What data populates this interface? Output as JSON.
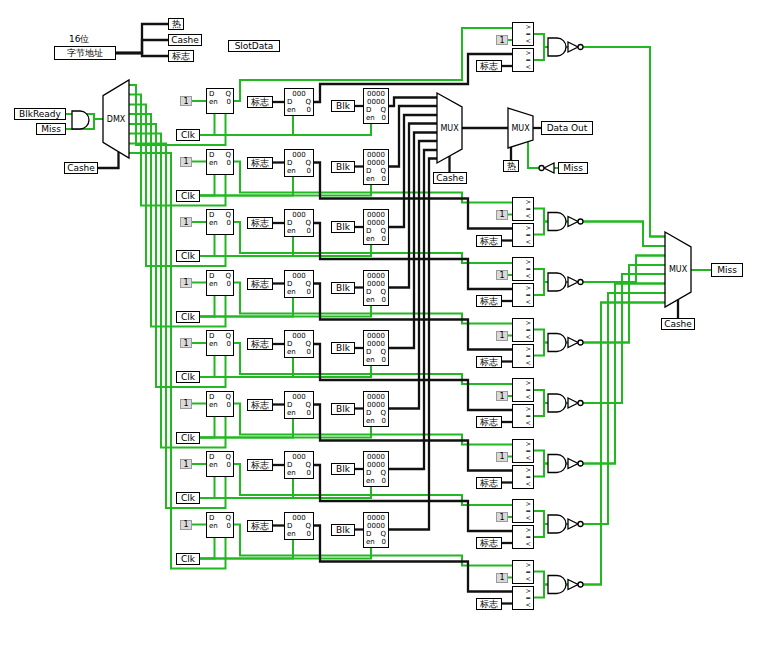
{
  "diagram": {
    "nodes": [
      {
        "text": [
          "16位",
          "字节地址"
        ]
      },
      {
        "text": [
          "热"
        ]
      },
      {
        "text": [
          "Cashe"
        ]
      },
      {
        "text": [
          "标志"
        ]
      },
      {
        "text": [
          "SlotData"
        ]
      },
      {
        "text": [
          "BlkReady"
        ]
      },
      {
        "text": [
          "Miss"
        ]
      },
      {
        "text": [
          "DMX"
        ]
      },
      {
        "text": [
          "Cashe"
        ]
      },
      {
        "text": [
          "1"
        ]
      },
      {
        "text": [
          "D",
          "Q",
          "en",
          "0"
        ]
      },
      {
        "text": [
          "Clk"
        ]
      },
      {
        "text": [
          "标志"
        ]
      },
      {
        "text": [
          "000",
          "D",
          "Q",
          "en",
          "0"
        ]
      },
      {
        "text": [
          "Blk"
        ]
      },
      {
        "text": [
          "0000",
          "0000",
          "D",
          "Q",
          "en",
          "0"
        ]
      },
      {
        "text": [
          "1"
        ]
      },
      {
        "text": [
          "D",
          "Q",
          "en",
          "0"
        ]
      },
      {
        "text": [
          "Clk"
        ]
      },
      {
        "text": [
          "标志"
        ]
      },
      {
        "text": [
          "000",
          "D",
          "Q",
          "en",
          "0"
        ]
      },
      {
        "text": [
          "Blk"
        ]
      },
      {
        "text": [
          "0000",
          "0000",
          "D",
          "Q",
          "en",
          "0"
        ]
      },
      {
        "text": [
          "1"
        ]
      },
      {
        "text": [
          "D",
          "Q",
          "en",
          "0"
        ]
      },
      {
        "text": [
          "Clk"
        ]
      },
      {
        "text": [
          "标志"
        ]
      },
      {
        "text": [
          "000",
          "D",
          "Q",
          "en",
          "0"
        ]
      },
      {
        "text": [
          "Blk"
        ]
      },
      {
        "text": [
          "0000",
          "0000",
          "D",
          "Q",
          "en",
          "0"
        ]
      },
      {
        "text": [
          "1"
        ]
      },
      {
        "text": [
          "D",
          "Q",
          "en",
          "0"
        ]
      },
      {
        "text": [
          "Clk"
        ]
      },
      {
        "text": [
          "标志"
        ]
      },
      {
        "text": [
          "000",
          "D",
          "Q",
          "en",
          "0"
        ]
      },
      {
        "text": [
          "Blk"
        ]
      },
      {
        "text": [
          "0000",
          "0000",
          "D",
          "Q",
          "en",
          "0"
        ]
      },
      {
        "text": [
          "1"
        ]
      },
      {
        "text": [
          "D",
          "Q",
          "en",
          "0"
        ]
      },
      {
        "text": [
          "Clk"
        ]
      },
      {
        "text": [
          "标志"
        ]
      },
      {
        "text": [
          "000",
          "D",
          "Q",
          "en",
          "0"
        ]
      },
      {
        "text": [
          "Blk"
        ]
      },
      {
        "text": [
          "0000",
          "0000",
          "D",
          "Q",
          "en",
          "0"
        ]
      },
      {
        "text": [
          "1"
        ]
      },
      {
        "text": [
          "D",
          "Q",
          "en",
          "0"
        ]
      },
      {
        "text": [
          "Clk"
        ]
      },
      {
        "text": [
          "标志"
        ]
      },
      {
        "text": [
          "000",
          "D",
          "Q",
          "en",
          "0"
        ]
      },
      {
        "text": [
          "Blk"
        ]
      },
      {
        "text": [
          "0000",
          "0000",
          "D",
          "Q",
          "en",
          "0"
        ]
      },
      {
        "text": [
          "1"
        ]
      },
      {
        "text": [
          "D",
          "Q",
          "en",
          "0"
        ]
      },
      {
        "text": [
          "Clk"
        ]
      },
      {
        "text": [
          "标志"
        ]
      },
      {
        "text": [
          "000",
          "D",
          "Q",
          "en",
          "0"
        ]
      },
      {
        "text": [
          "Blk"
        ]
      },
      {
        "text": [
          "0000",
          "0000",
          "D",
          "Q",
          "en",
          "0"
        ]
      },
      {
        "text": [
          "1"
        ]
      },
      {
        "text": [
          "D",
          "Q",
          "en",
          "0"
        ]
      },
      {
        "text": [
          "Clk"
        ]
      },
      {
        "text": [
          "标志"
        ]
      },
      {
        "text": [
          "000",
          "D",
          "Q",
          "en",
          "0"
        ]
      },
      {
        "text": [
          "Blk"
        ]
      },
      {
        "text": [
          "0000",
          "0000",
          "D",
          "Q",
          "en",
          "0"
        ]
      },
      {
        "text": [
          "MUX"
        ]
      },
      {
        "text": [
          "Cashe"
        ]
      },
      {
        "text": [
          "MUX"
        ]
      },
      {
        "text": [
          "Data Out"
        ]
      },
      {
        "text": [
          "热"
        ]
      },
      {
        "text": [
          "Miss"
        ]
      },
      {
        "text": [
          "1"
        ]
      },
      {
        "text": [
          "标志"
        ]
      },
      {
        "text": [
          ">",
          "=",
          "<"
        ]
      },
      {
        "text": [
          ">",
          "=",
          "<"
        ]
      },
      {
        "text": [
          "1"
        ]
      },
      {
        "text": [
          "标志"
        ]
      },
      {
        "text": [
          ">",
          "=",
          "<"
        ]
      },
      {
        "text": [
          ">",
          "=",
          "<"
        ]
      },
      {
        "text": [
          "1"
        ]
      },
      {
        "text": [
          "标志"
        ]
      },
      {
        "text": [
          ">",
          "=",
          "<"
        ]
      },
      {
        "text": [
          ">",
          "=",
          "<"
        ]
      },
      {
        "text": [
          "1"
        ]
      },
      {
        "text": [
          "标志"
        ]
      },
      {
        "text": [
          ">",
          "=",
          "<"
        ]
      },
      {
        "text": [
          ">",
          "=",
          "<"
        ]
      },
      {
        "text": [
          "1"
        ]
      },
      {
        "text": [
          "标志"
        ]
      },
      {
        "text": [
          ">",
          "=",
          "<"
        ]
      },
      {
        "text": [
          ">",
          "=",
          "<"
        ]
      },
      {
        "text": [
          "1"
        ]
      },
      {
        "text": [
          "标志"
        ]
      },
      {
        "text": [
          ">",
          "=",
          "<"
        ]
      },
      {
        "text": [
          ">",
          "=",
          "<"
        ]
      },
      {
        "text": [
          "1"
        ]
      },
      {
        "text": [
          "标志"
        ]
      },
      {
        "text": [
          ">",
          "=",
          "<"
        ]
      },
      {
        "text": [
          ">",
          "=",
          "<"
        ]
      },
      {
        "text": [
          "1"
        ]
      },
      {
        "text": [
          "标志"
        ]
      },
      {
        "text": [
          ">",
          "=",
          "<"
        ]
      },
      {
        "text": [
          ">",
          "=",
          "<"
        ]
      },
      {
        "text": [
          "MUX"
        ]
      },
      {
        "text": [
          "Miss"
        ]
      },
      {
        "text": [
          "Cashe"
        ]
      }
    ],
    "edges": [
      {
        "from": 0,
        "to": 1,
        "arrow": "none"
      },
      {
        "from": 0,
        "to": 2,
        "arrow": "none"
      },
      {
        "from": 0,
        "to": 3,
        "arrow": "none"
      },
      {
        "from": 5,
        "to": 7,
        "arrow": "none"
      },
      {
        "from": 6,
        "to": 7,
        "arrow": "none"
      },
      {
        "from": 8,
        "to": 7,
        "arrow": "none"
      },
      {
        "from": 7,
        "to": 10,
        "arrow": "none"
      },
      {
        "from": 9,
        "to": 10,
        "arrow": "none"
      },
      {
        "from": 11,
        "to": 10,
        "arrow": "none"
      },
      {
        "from": 11,
        "to": 13,
        "arrow": "none"
      },
      {
        "from": 11,
        "to": 15,
        "arrow": "none"
      },
      {
        "from": 12,
        "to": 13,
        "arrow": "none"
      },
      {
        "from": 14,
        "to": 15,
        "arrow": "none"
      },
      {
        "from": 15,
        "to": 65,
        "arrow": "none"
      },
      {
        "from": 10,
        "to": 73,
        "arrow": "none"
      },
      {
        "from": 13,
        "to": 74,
        "arrow": "none"
      },
      {
        "from": 71,
        "to": 73,
        "arrow": "none"
      },
      {
        "from": 72,
        "to": 74,
        "arrow": "none"
      },
      {
        "from": 73,
        "to": 103,
        "arrow": "none"
      },
      {
        "from": 74,
        "to": 103,
        "arrow": "none"
      },
      {
        "from": 7,
        "to": 17,
        "arrow": "none"
      },
      {
        "from": 16,
        "to": 17,
        "arrow": "none"
      },
      {
        "from": 18,
        "to": 17,
        "arrow": "none"
      },
      {
        "from": 18,
        "to": 20,
        "arrow": "none"
      },
      {
        "from": 18,
        "to": 22,
        "arrow": "none"
      },
      {
        "from": 19,
        "to": 20,
        "arrow": "none"
      },
      {
        "from": 21,
        "to": 22,
        "arrow": "none"
      },
      {
        "from": 22,
        "to": 65,
        "arrow": "none"
      },
      {
        "from": 17,
        "to": 77,
        "arrow": "none"
      },
      {
        "from": 20,
        "to": 78,
        "arrow": "none"
      },
      {
        "from": 75,
        "to": 77,
        "arrow": "none"
      },
      {
        "from": 76,
        "to": 78,
        "arrow": "none"
      },
      {
        "from": 77,
        "to": 103,
        "arrow": "none"
      },
      {
        "from": 78,
        "to": 103,
        "arrow": "none"
      },
      {
        "from": 7,
        "to": 24,
        "arrow": "none"
      },
      {
        "from": 23,
        "to": 24,
        "arrow": "none"
      },
      {
        "from": 25,
        "to": 24,
        "arrow": "none"
      },
      {
        "from": 25,
        "to": 27,
        "arrow": "none"
      },
      {
        "from": 25,
        "to": 29,
        "arrow": "none"
      },
      {
        "from": 26,
        "to": 27,
        "arrow": "none"
      },
      {
        "from": 28,
        "to": 29,
        "arrow": "none"
      },
      {
        "from": 29,
        "to": 65,
        "arrow": "none"
      },
      {
        "from": 24,
        "to": 81,
        "arrow": "none"
      },
      {
        "from": 27,
        "to": 82,
        "arrow": "none"
      },
      {
        "from": 79,
        "to": 81,
        "arrow": "none"
      },
      {
        "from": 80,
        "to": 82,
        "arrow": "none"
      },
      {
        "from": 81,
        "to": 103,
        "arrow": "none"
      },
      {
        "from": 82,
        "to": 103,
        "arrow": "none"
      },
      {
        "from": 7,
        "to": 31,
        "arrow": "none"
      },
      {
        "from": 30,
        "to": 31,
        "arrow": "none"
      },
      {
        "from": 32,
        "to": 31,
        "arrow": "none"
      },
      {
        "from": 32,
        "to": 34,
        "arrow": "none"
      },
      {
        "from": 32,
        "to": 36,
        "arrow": "none"
      },
      {
        "from": 33,
        "to": 34,
        "arrow": "none"
      },
      {
        "from": 35,
        "to": 36,
        "arrow": "none"
      },
      {
        "from": 36,
        "to": 65,
        "arrow": "none"
      },
      {
        "from": 31,
        "to": 85,
        "arrow": "none"
      },
      {
        "from": 34,
        "to": 86,
        "arrow": "none"
      },
      {
        "from": 83,
        "to": 85,
        "arrow": "none"
      },
      {
        "from": 84,
        "to": 86,
        "arrow": "none"
      },
      {
        "from": 85,
        "to": 103,
        "arrow": "none"
      },
      {
        "from": 86,
        "to": 103,
        "arrow": "none"
      },
      {
        "from": 7,
        "to": 38,
        "arrow": "none"
      },
      {
        "from": 37,
        "to": 38,
        "arrow": "none"
      },
      {
        "from": 39,
        "to": 38,
        "arrow": "none"
      },
      {
        "from": 39,
        "to": 41,
        "arrow": "none"
      },
      {
        "from": 39,
        "to": 43,
        "arrow": "none"
      },
      {
        "from": 40,
        "to": 41,
        "arrow": "none"
      },
      {
        "from": 42,
        "to": 43,
        "arrow": "none"
      },
      {
        "from": 43,
        "to": 65,
        "arrow": "none"
      },
      {
        "from": 38,
        "to": 89,
        "arrow": "none"
      },
      {
        "from": 41,
        "to": 90,
        "arrow": "none"
      },
      {
        "from": 87,
        "to": 89,
        "arrow": "none"
      },
      {
        "from": 88,
        "to": 90,
        "arrow": "none"
      },
      {
        "from": 89,
        "to": 103,
        "arrow": "none"
      },
      {
        "from": 90,
        "to": 103,
        "arrow": "none"
      },
      {
        "from": 7,
        "to": 45,
        "arrow": "none"
      },
      {
        "from": 44,
        "to": 45,
        "arrow": "none"
      },
      {
        "from": 46,
        "to": 45,
        "arrow": "none"
      },
      {
        "from": 46,
        "to": 48,
        "arrow": "none"
      },
      {
        "from": 46,
        "to": 50,
        "arrow": "none"
      },
      {
        "from": 47,
        "to": 48,
        "arrow": "none"
      },
      {
        "from": 49,
        "to": 50,
        "arrow": "none"
      },
      {
        "from": 50,
        "to": 65,
        "arrow": "none"
      },
      {
        "from": 45,
        "to": 93,
        "arrow": "none"
      },
      {
        "from": 48,
        "to": 94,
        "arrow": "none"
      },
      {
        "from": 91,
        "to": 93,
        "arrow": "none"
      },
      {
        "from": 92,
        "to": 94,
        "arrow": "none"
      },
      {
        "from": 93,
        "to": 103,
        "arrow": "none"
      },
      {
        "from": 94,
        "to": 103,
        "arrow": "none"
      },
      {
        "from": 7,
        "to": 52,
        "arrow": "none"
      },
      {
        "from": 51,
        "to": 52,
        "arrow": "none"
      },
      {
        "from": 53,
        "to": 52,
        "arrow": "none"
      },
      {
        "from": 53,
        "to": 55,
        "arrow": "none"
      },
      {
        "from": 53,
        "to": 57,
        "arrow": "none"
      },
      {
        "from": 54,
        "to": 55,
        "arrow": "none"
      },
      {
        "from": 56,
        "to": 57,
        "arrow": "none"
      },
      {
        "from": 57,
        "to": 65,
        "arrow": "none"
      },
      {
        "from": 52,
        "to": 97,
        "arrow": "none"
      },
      {
        "from": 55,
        "to": 98,
        "arrow": "none"
      },
      {
        "from": 95,
        "to": 97,
        "arrow": "none"
      },
      {
        "from": 96,
        "to": 98,
        "arrow": "none"
      },
      {
        "from": 97,
        "to": 103,
        "arrow": "none"
      },
      {
        "from": 98,
        "to": 103,
        "arrow": "none"
      },
      {
        "from": 7,
        "to": 59,
        "arrow": "none"
      },
      {
        "from": 58,
        "to": 59,
        "arrow": "none"
      },
      {
        "from": 60,
        "to": 59,
        "arrow": "none"
      },
      {
        "from": 60,
        "to": 62,
        "arrow": "none"
      },
      {
        "from": 60,
        "to": 64,
        "arrow": "none"
      },
      {
        "from": 61,
        "to": 62,
        "arrow": "none"
      },
      {
        "from": 63,
        "to": 64,
        "arrow": "none"
      },
      {
        "from": 64,
        "to": 65,
        "arrow": "none"
      },
      {
        "from": 59,
        "to": 101,
        "arrow": "none"
      },
      {
        "from": 62,
        "to": 102,
        "arrow": "none"
      },
      {
        "from": 99,
        "to": 101,
        "arrow": "none"
      },
      {
        "from": 100,
        "to": 102,
        "arrow": "none"
      },
      {
        "from": 101,
        "to": 103,
        "arrow": "none"
      },
      {
        "from": 102,
        "to": 103,
        "arrow": "none"
      },
      {
        "from": 66,
        "to": 65,
        "arrow": "none"
      },
      {
        "from": 65,
        "to": 67,
        "arrow": "none"
      },
      {
        "from": 69,
        "to": 67,
        "arrow": "none"
      },
      {
        "from": 70,
        "to": 67,
        "arrow": "none"
      },
      {
        "from": 67,
        "to": 68,
        "arrow": "none"
      },
      {
        "from": 103,
        "to": 104,
        "arrow": "none"
      },
      {
        "from": 105,
        "to": 103,
        "arrow": "none"
      }
    ]
  }
}
